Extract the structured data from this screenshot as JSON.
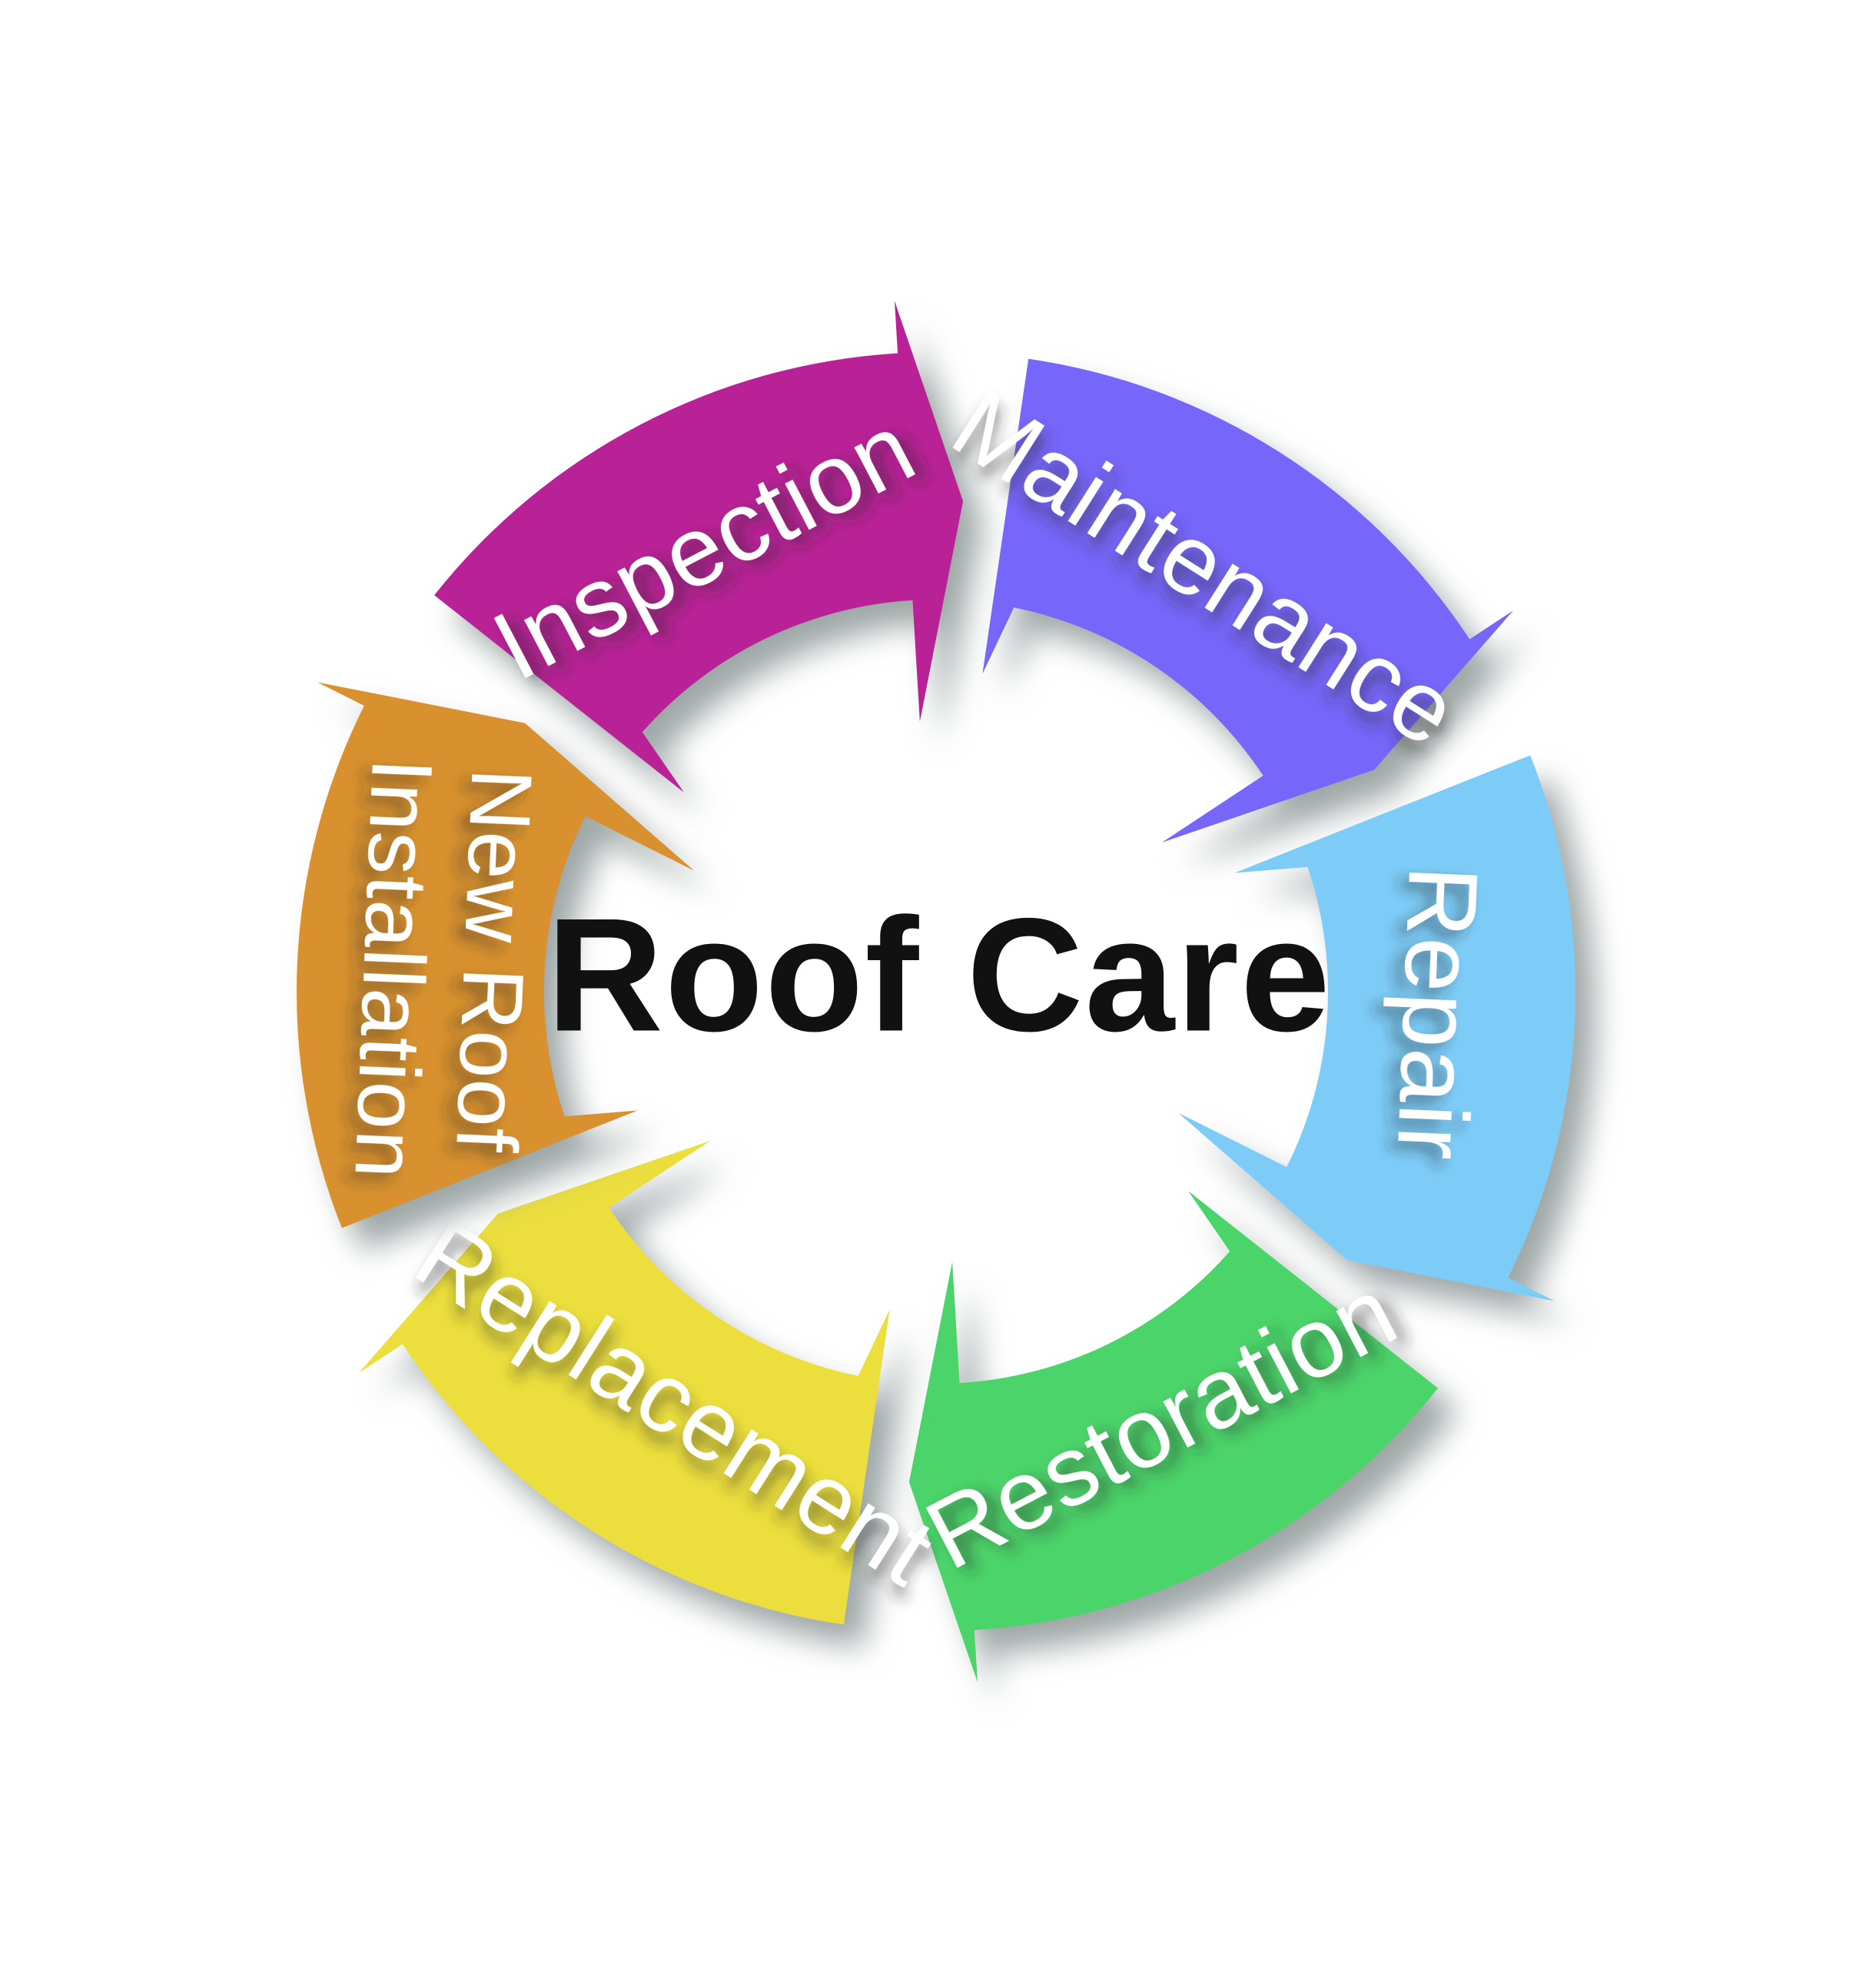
{
  "diagram": {
    "type": "cycle",
    "center_label": "Roof Care",
    "center_text_color": "#111111",
    "background_color": "#ffffff",
    "shadow_color": "#9aa3a3",
    "label_text_color": "#ffffff",
    "segment_count": 6,
    "direction": "clockwise",
    "segments": [
      {
        "id": "inspection",
        "label": "Inspection",
        "color": "#B82296",
        "order": 1,
        "position": "top-left",
        "label_rotation_deg": -34
      },
      {
        "id": "maintenance",
        "label": "Maintenance",
        "color": "#7666F9",
        "order": 2,
        "position": "top-right",
        "label_rotation_deg": 34
      },
      {
        "id": "repair",
        "label": "Repair",
        "color": "#7DCCF8",
        "order": 3,
        "position": "right",
        "label_rotation_deg": 90
      },
      {
        "id": "restoration",
        "label": "Restoration",
        "color": "#4BD46B",
        "order": 4,
        "position": "bottom-right",
        "label_rotation_deg": 146
      },
      {
        "id": "replacement",
        "label": "Replacement",
        "color": "#EBDE3C",
        "order": 5,
        "position": "bottom-left",
        "label_rotation_deg": 214
      },
      {
        "id": "new-roof-installation",
        "label": "New Roof Installation",
        "label_line1": "New Roof",
        "label_line2": "Installation",
        "color": "#D8912D",
        "order": 6,
        "position": "left",
        "label_rotation_deg": 270
      }
    ]
  }
}
